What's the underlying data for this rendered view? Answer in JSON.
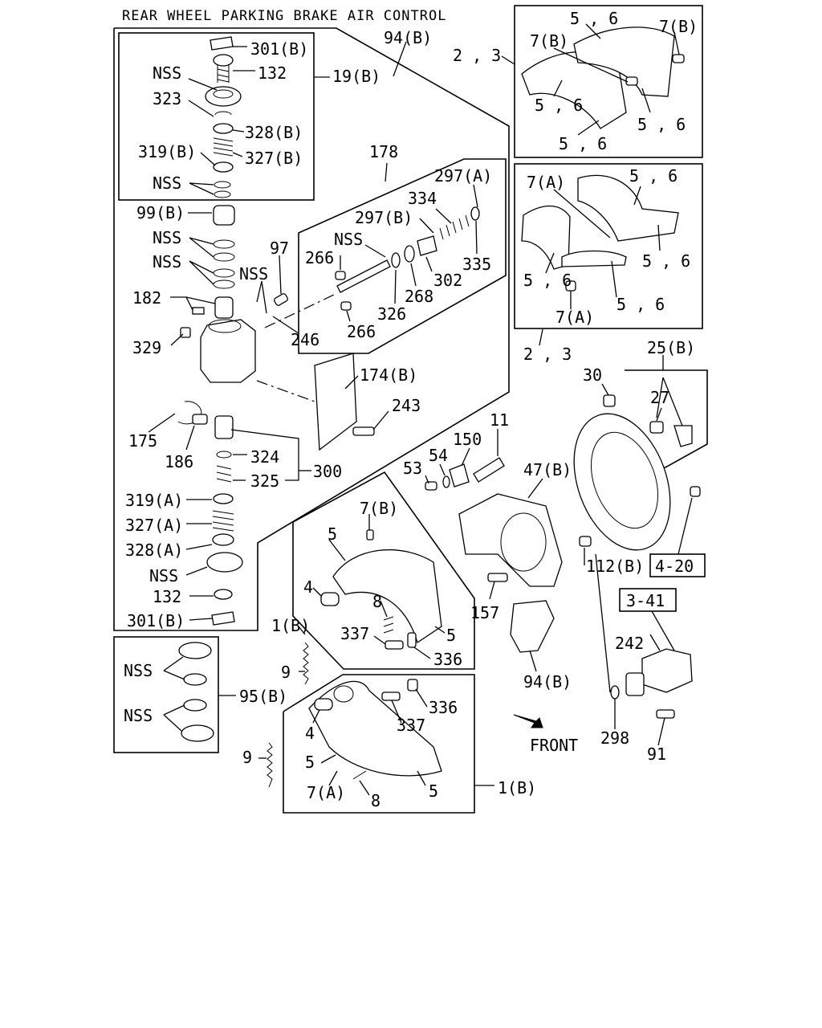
{
  "title": "REAR WHEEL PARKING BRAKE AIR CONTROL",
  "labels": {
    "l_301B_top": "301(B)",
    "l_132_top": "132",
    "l_NSS_1": "NSS",
    "l_323": "323",
    "l_328B": "328(B)",
    "l_319B": "319(B)",
    "l_327B": "327(B)",
    "l_NSS_2": "NSS",
    "l_19B": "19(B)",
    "l_94B_top": "94(B)",
    "l_99B": "99(B)",
    "l_NSS_3": "NSS",
    "l_NSS_4": "NSS",
    "l_NSS_5": "NSS",
    "l_97": "97",
    "l_182": "182",
    "l_329": "329",
    "l_246": "246",
    "l_178": "178",
    "l_297A": "297(A)",
    "l_334": "334",
    "l_297B": "297(B)",
    "l_NSS_6": "NSS",
    "l_266_a": "266",
    "l_335": "335",
    "l_302": "302",
    "l_268": "268",
    "l_326": "326",
    "l_266_b": "266",
    "l_174B": "174(B)",
    "l_243": "243",
    "l_175": "175",
    "l_186": "186",
    "l_324": "324",
    "l_325": "325",
    "l_300": "300",
    "l_319A": "319(A)",
    "l_327A": "327(A)",
    "l_328A": "328(A)",
    "l_NSS_7": "NSS",
    "l_132_bot": "132",
    "l_301B_bot": "301(B)",
    "l_23_top": "2 , 3",
    "l_56_a": "5 , 6",
    "l_7B_a": "7(B)",
    "l_7B_b": "7(B)",
    "l_56_b": "5 , 6",
    "l_56_c": "5 , 6",
    "l_56_d": "5 , 6",
    "l_7A_a": "7(A)",
    "l_56_e": "5 , 6",
    "l_56_f": "5 , 6",
    "l_56_g": "5 , 6",
    "l_56_h": "5 , 6",
    "l_7A_b": "7(A)",
    "l_23_bot": "2 , 3",
    "l_25B": "25(B)",
    "l_30": "30",
    "l_27": "27",
    "l_11": "11",
    "l_150": "150",
    "l_54": "54",
    "l_53": "53",
    "l_47B": "47(B)",
    "l_7B_c": "7(B)",
    "l_5_a": "5",
    "l_4_a": "4",
    "l_8_a": "8",
    "l_5_b": "5",
    "l_337_a": "337",
    "l_336_a": "336",
    "l_1B_a": "1(B)",
    "l_9_a": "9",
    "l_112B": "112(B)",
    "l_157": "157",
    "l_94B_bot": "94(B)",
    "l_NSS_8": "NSS",
    "l_NSS_9": "NSS",
    "l_95B": "95(B)",
    "l_336_b": "336",
    "l_337_b": "337",
    "l_4_b": "4",
    "l_5_c": "5",
    "l_7A_c": "7(A)",
    "l_8_b": "8",
    "l_5_d": "5",
    "l_1B_b": "1(B)",
    "l_9_b": "9",
    "l_242": "242",
    "l_298": "298",
    "l_91": "91",
    "l_front": "FRONT",
    "l_420": "4-20",
    "l_341": "3-41"
  }
}
